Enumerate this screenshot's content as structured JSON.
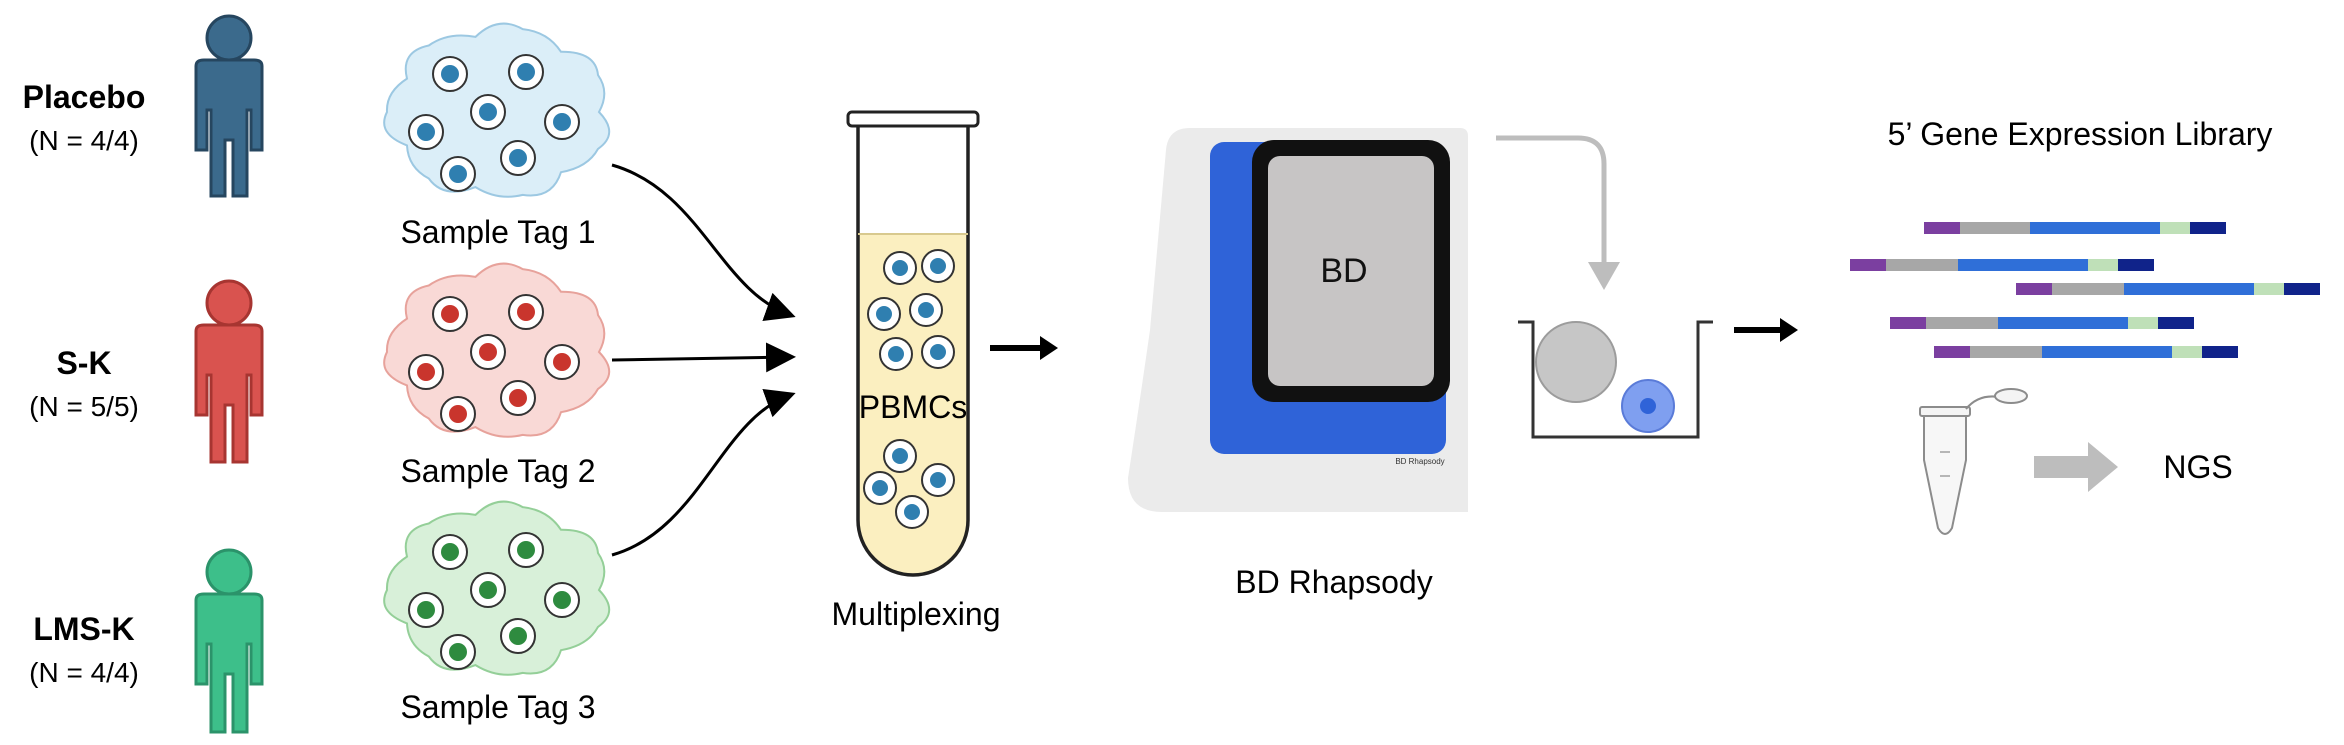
{
  "groups": [
    {
      "label": "Placebo",
      "n": "(N = 4/4)",
      "color": "#3b6a8c"
    },
    {
      "label": "S-K",
      "n": "(N = 5/5)",
      "color": "#d9534f"
    },
    {
      "label": "LMS-K",
      "n": "(N = 4/4)",
      "color": "#3dbf8a"
    }
  ],
  "sample_tags": [
    {
      "label": "Sample Tag 1",
      "fill": "#dbeef8",
      "stroke": "#9cc8e2",
      "cell": "#2f7fb0"
    },
    {
      "label": "Sample Tag 2",
      "fill": "#f9d9d6",
      "stroke": "#e7a29b",
      "cell": "#c9352d"
    },
    {
      "label": "Sample Tag 3",
      "fill": "#d8f0d9",
      "stroke": "#94cf98",
      "cell": "#2e8b3f"
    }
  ],
  "tube": {
    "label": "PBMCs",
    "caption": "Multiplexing"
  },
  "instrument": {
    "logo": "BD",
    "small_text": "BD Rhapsody",
    "caption": "BD Rhapsody"
  },
  "library": {
    "title": "5’ Gene Expression Library",
    "ngs_label": "NGS",
    "segment_colors": [
      "#7b3fa0",
      "#a7a7a7",
      "#2f6fd8",
      "#bfe0b8",
      "#10238a"
    ]
  }
}
